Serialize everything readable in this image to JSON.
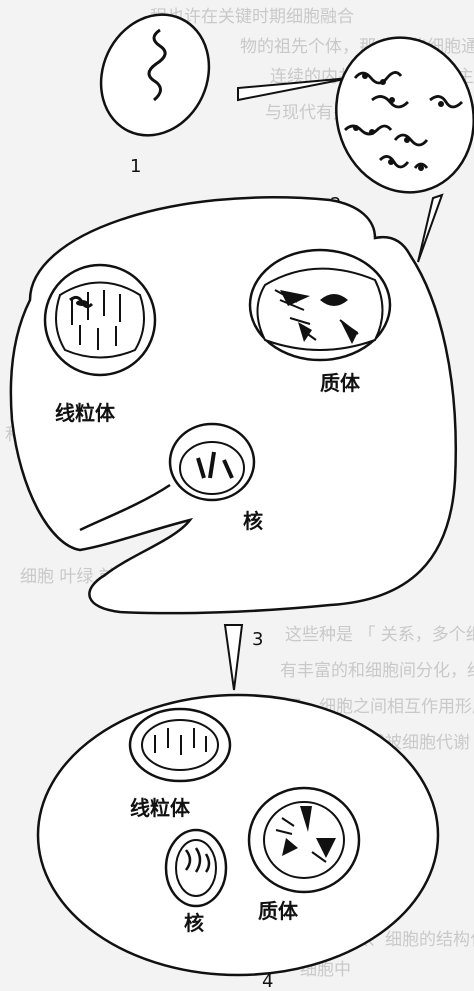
{
  "figure": {
    "step_labels": [
      "1",
      "2",
      "3",
      "4"
    ],
    "labels": {
      "mitochondrion": "线粒体",
      "plastid": "质体",
      "nucleus": "核"
    }
  },
  "background_bleed_text": [
    "程也许在关键时期细胞融合",
    "物的祖先个体，那么这些细胞通过…",
    "连续的内共生作用，在宿主以单…",
    "与现代有关，它们通过内共生发展…",
    "和",
    "细胞  叶绿  前体  细胞  核",
    "这些种是 「 关系，多个细胞构成的",
    "有丰富的和细胞间分化，细胞之间有分",
    "用，细胞之间相互作用形成功能",
    "的细胞形成被细胞代谢",
    "以细胞核、细胞的结构化，细胞之间",
    "细胞中"
  ],
  "colors": {
    "ink": "#111111",
    "paper": "#ffffff",
    "background": "#f3f3f3"
  }
}
